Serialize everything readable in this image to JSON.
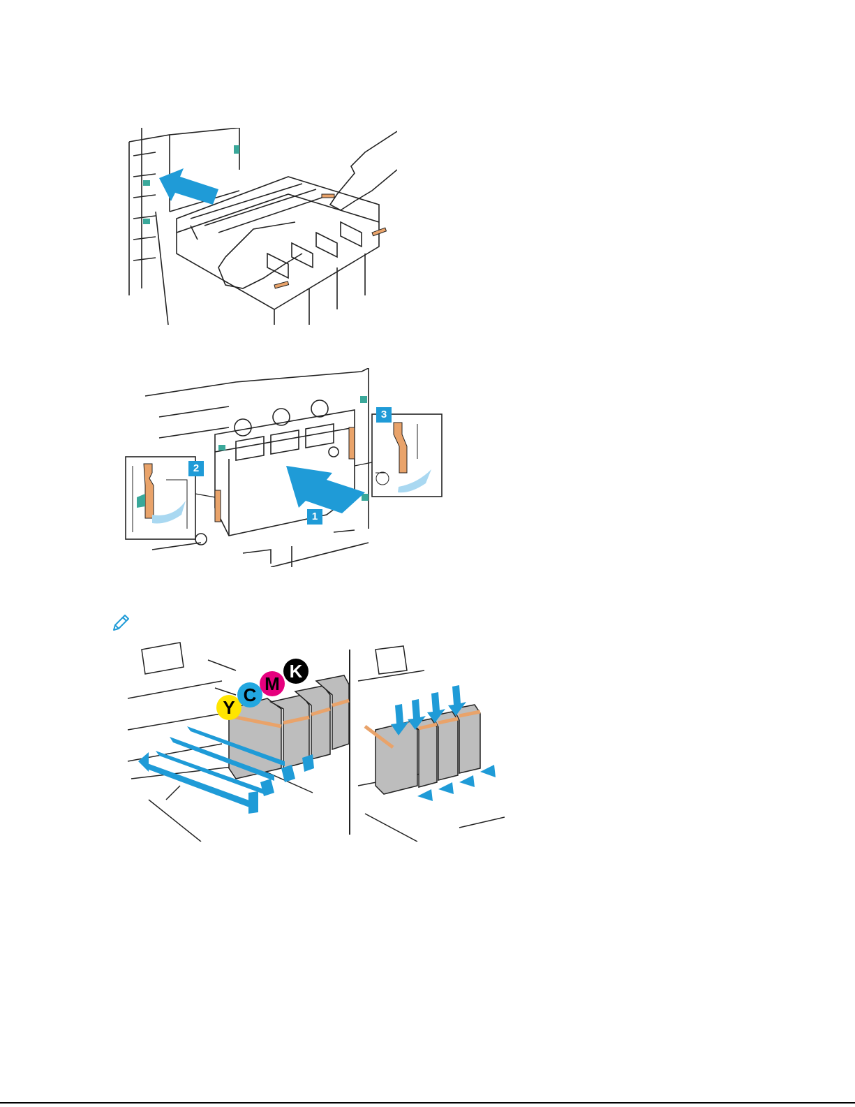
{
  "colors": {
    "accent_blue": "#1f9bd7",
    "light_blue": "#a9d8f1",
    "orange_latch": "#e9a36a",
    "teal_lever": "#3aa89a",
    "yellow": "#ffe500",
    "cyan": "#22a7e0",
    "magenta": "#e6007e",
    "black": "#000000",
    "gray_fill": "#bdbdbd"
  },
  "figure2": {
    "steps": [
      "1",
      "2",
      "3"
    ]
  },
  "figure3": {
    "toner_labels": [
      "Y",
      "C",
      "M",
      "K"
    ]
  },
  "icons": {
    "note": "pencil-icon"
  }
}
